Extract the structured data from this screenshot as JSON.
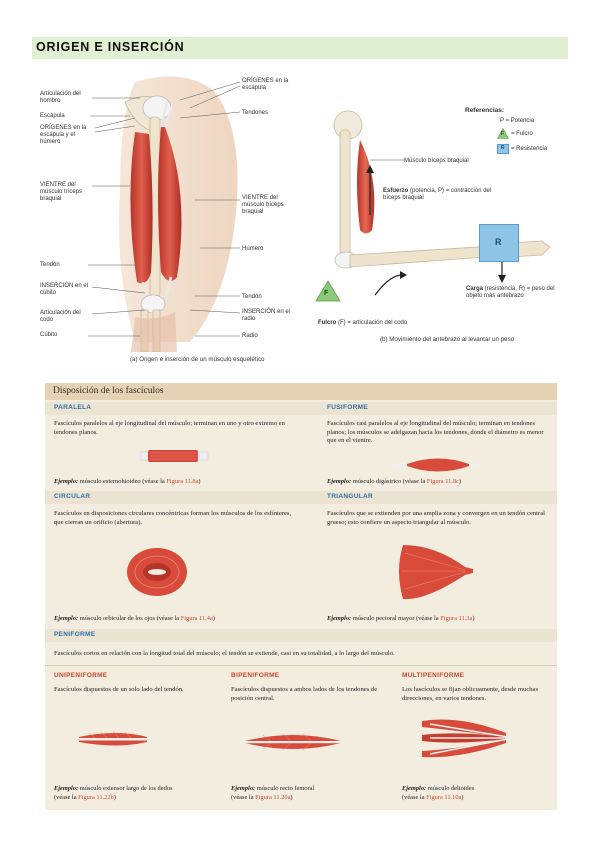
{
  "section_title": "ORIGEN E INSERCIÓN",
  "figure_a": {
    "left_labels": [
      "Articulación del hombro",
      "Escápula",
      "ORÍGENES en la escápula y el húmero",
      "VIENTRE del músculo tríceps braquial",
      "Tendón",
      "INSERCIÓN en el cúbito",
      "Articulación del codo",
      "Cúbito"
    ],
    "right_labels": [
      "ORÍGENES en la escápula",
      "Tendones",
      "VIENTRE del músculo bíceps braquial",
      "Húmero",
      "Tendón",
      "INSERCIÓN en el radio",
      "Radio"
    ],
    "caption": "(a) Origen e inserción de un músculo esquelético"
  },
  "figure_b": {
    "references_title": "Referencias:",
    "ref_p": "P = Potencia",
    "ref_f": "= Fulcro",
    "ref_r": "= Resistencia",
    "letter_f": "F",
    "letter_r": "R",
    "label_muscle": "Músculo bíceps braquial",
    "label_effort_bold": "Esfuerzo",
    "label_effort_rest": " (potencia, P) = contracción del bíceps braquial",
    "label_load_bold": "Carga",
    "label_load_rest": " (resistencia, R) = peso del objeto más antebrazo",
    "label_fulcrum_bold": "Fulcro",
    "label_fulcrum_rest": " (F) = articulación del codo",
    "caption": "(b) Movimiento del antebrazo al levantar un peso"
  },
  "table": {
    "title": "Disposición de los fascículos",
    "paralela": {
      "heading": "PARALELA",
      "text": "Fascículos paralelos al eje longitudinal del músculo; terminan en uno y otro extremo en tendones planos.",
      "example_prefix": "Ejemplo:",
      "example_text": " músculo esternohioideo (véase la ",
      "example_ref": "Figura 11.8a",
      "example_suffix": ")"
    },
    "fusiforme": {
      "heading": "FUSIFORME",
      "text": "Fascículos casi paralelos al eje longitudinal del músculo; terminan en tendones planos; los músculos se adelgazan hacia los tendones, donde el diámetro es menor que en el vientre.",
      "example_prefix": "Ejemplo:",
      "example_text": " músculo digástrico (véase la ",
      "example_ref": "Figura 11.8c",
      "example_suffix": ")"
    },
    "circular": {
      "heading": "CIRCULAR",
      "text": "Fascículos en disposiciones circulares concéntricas forman los músculos de los esfínteres, que cierran un orificio (abertura).",
      "example_prefix": "Ejemplo:",
      "example_text": " músculo orbicular de los ojos (véase la ",
      "example_ref": "Figura 11.4a",
      "example_suffix": ")"
    },
    "triangular": {
      "heading": "TRIANGULAR",
      "text": "Fascículos que se extienden por una amplia zona y convergen en un tendón central grueso; esto confiere un aspecto triangular al músculo.",
      "example_prefix": "Ejemplo:",
      "example_text": " músculo pectoral mayor (véase la ",
      "example_ref": "Figura 11.3a",
      "example_suffix": ")"
    },
    "peniforme": {
      "heading": "PENIFORME",
      "text": "Fascículos cortos en relación con la longitud total del músculo; el tendón se extiende, casi en su totalidad, a lo largo del músculo."
    },
    "unipeniforme": {
      "heading": "UNIPENIFORME",
      "text": "Fascículos dispuestos de un solo lado del tendón.",
      "example_prefix": "Ejemplo:",
      "example_text": " músculo extensor largo de los dedos",
      "example_line2_prefix": "(véase la ",
      "example_ref": "Figura 11.22b",
      "example_suffix": ")"
    },
    "bipeniforme": {
      "heading": "BIPENIFORME",
      "text": "Fascículos dispuestos a ambos lados de los tendones de posición central.",
      "example_prefix": "Ejemplo:",
      "example_text": " músculo recto femoral",
      "example_line2_prefix": "(véase la ",
      "example_ref": "Figura 11.20a",
      "example_suffix": ")"
    },
    "multipeniforme": {
      "heading": "MULTIPENIFORME",
      "text": "Los fascículos se fijan oblicuamente, desde muchas direcciones, en varios tendones.",
      "example_prefix": "Ejemplo:",
      "example_text": " músculo deltoides",
      "example_line2_prefix": "(véase la ",
      "example_ref": "Figura 11.10a",
      "example_suffix": ")"
    }
  }
}
